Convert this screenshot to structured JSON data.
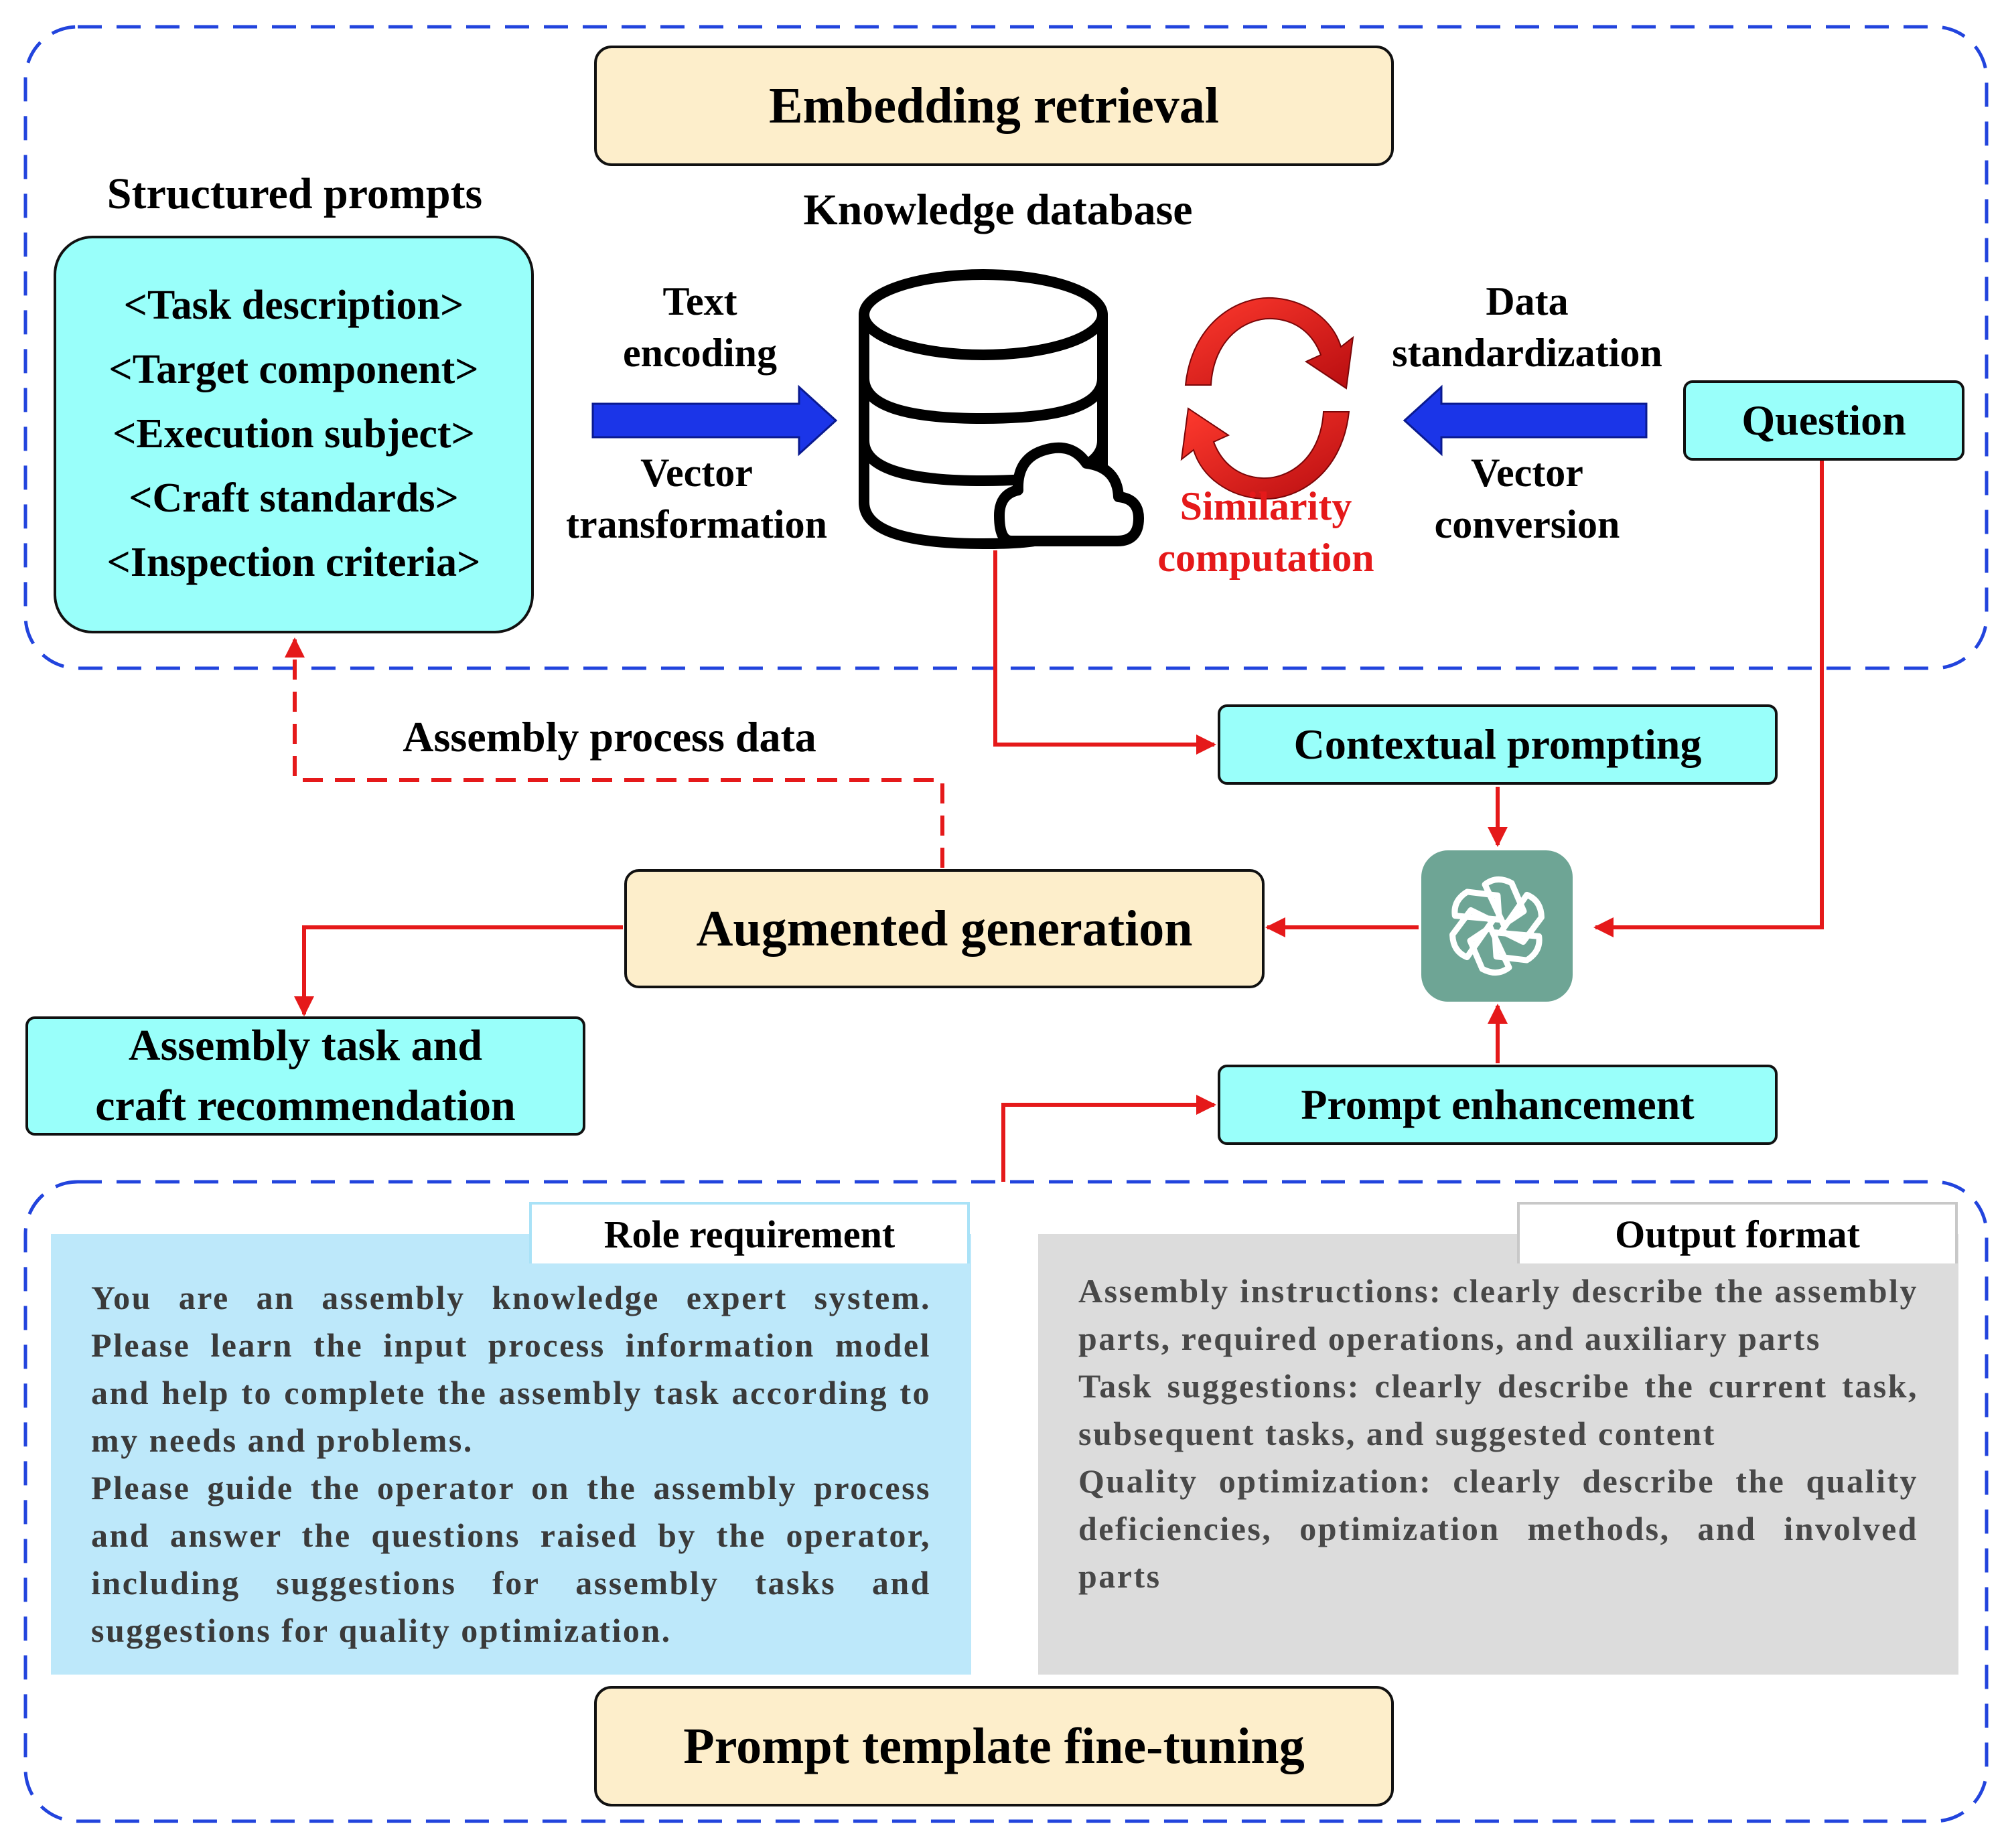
{
  "embedding": {
    "title": "Embedding retrieval",
    "knowledge_db_label": "Knowledge database",
    "structured_prompts": {
      "title": "Structured prompts",
      "items": [
        "<Task description>",
        "<Target component>",
        "<Execution subject>",
        "<Craft standards>",
        "<Inspection criteria>"
      ]
    },
    "left_arrow": {
      "top": "Text\nencoding",
      "bottom": "Vector\ntransformation"
    },
    "right_arrow": {
      "top": "Data\nstandardization",
      "bottom": "Vector\nconversion"
    },
    "similarity": "Similarity\ncomputation",
    "question": "Question"
  },
  "flow": {
    "assembly_process_data": "Assembly process data",
    "contextual_prompting": "Contextual prompting",
    "augmented_generation": "Augmented generation",
    "recommendation": "Assembly task and\ncraft recommendation",
    "prompt_enhancement": "Prompt enhancement"
  },
  "finetune": {
    "title": "Prompt template fine-tuning",
    "role": {
      "title": "Role requirement",
      "text": "You are an assembly knowledge expert system. Please learn the input process information model and help to complete the assembly task according to my needs and problems.\nPlease guide the operator on the assembly process and answer the questions raised by the operator, including suggestions for assembly tasks and suggestions for quality optimization."
    },
    "output": {
      "title": "Output format",
      "text": "Assembly instructions: clearly describe the assembly parts, required operations, and auxiliary parts\nTask suggestions: clearly describe the current task, subsequent tasks, and suggested content\nQuality optimization: clearly describe the quality deficiencies, optimization methods, and involved parts"
    }
  },
  "colors": {
    "dashed_border": "#2244dd",
    "red_connector": "#e5191a",
    "blue_arrow": "#1b35e8",
    "cream_box": "#fdeecb",
    "cyan_box": "#99fffa",
    "llm_icon_bg": "#6ea595"
  },
  "icons": {
    "database": "database-cloud-icon",
    "similarity": "cycle-arrows-icon",
    "llm": "openai-logo-icon"
  }
}
